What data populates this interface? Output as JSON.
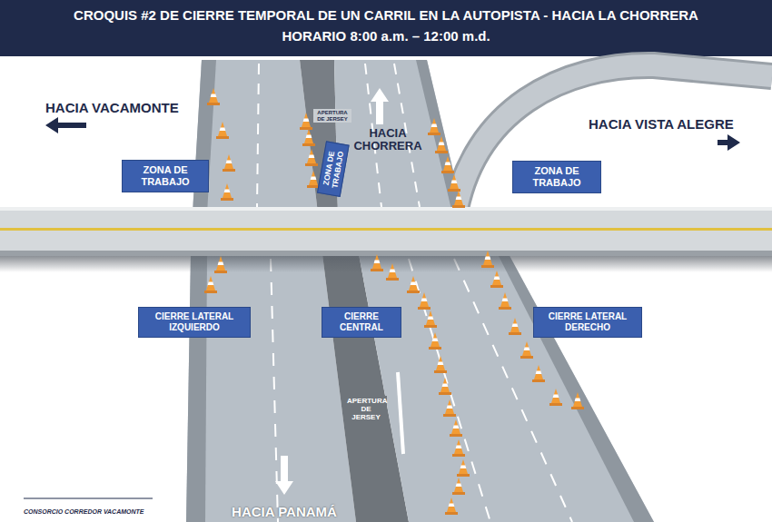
{
  "diagram": {
    "title": "CROQUIS #2 DE CIERRE TEMPORAL DE UN CARRIL EN LA AUTOPISTA - HACIA LA CHORRERA",
    "nodes": [
      {
        "text": [
          "ZONA DE TRABAJO"
        ]
      },
      {
        "text": [
          "ZONA DE TRABAJO"
        ]
      },
      {
        "text": [
          "ZONA DE TRABAJO"
        ]
      },
      {
        "text": [
          "CIERRE LATERAL IZQUIERDO"
        ]
      },
      {
        "text": [
          "CIERRE CENTRAL"
        ]
      },
      {
        "text": [
          "CIERRE LATERAL DERECHO"
        ]
      }
    ],
    "labels": [
      "HORARIO 8:00 a.m. – 12:00 m.d.",
      "HACIA VACAMONTE",
      "APERTURA DE JERSEY",
      "HACIA CHORRERA",
      "HACIA VISTA ALEGRE",
      "APERTURA DE JERSEY",
      "HACIA PANAMÁ",
      "CONSORCIO CORREDOR VACAMONTE"
    ]
  }
}
